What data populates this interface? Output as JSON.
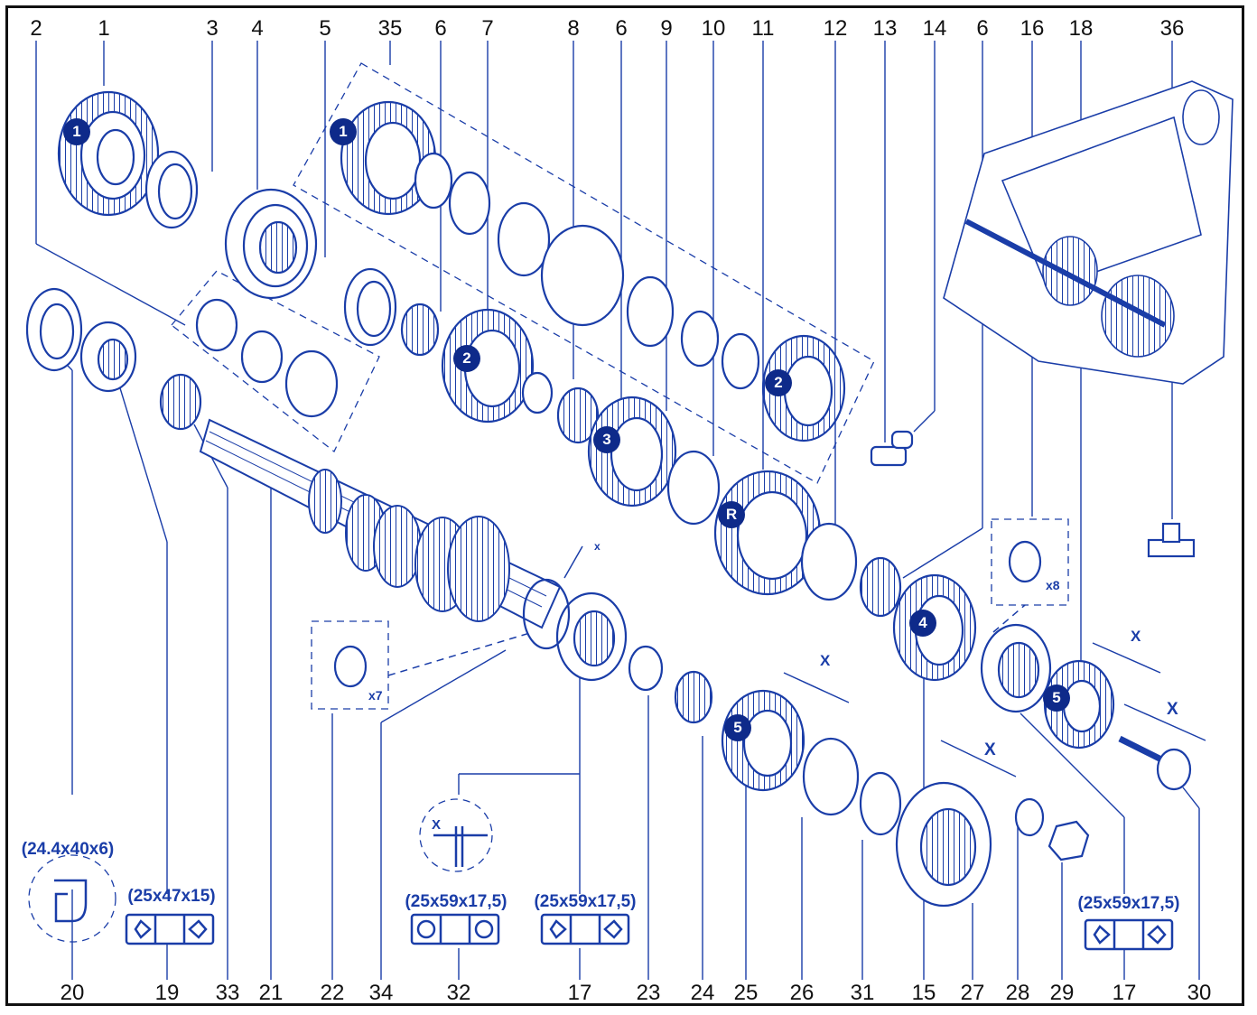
{
  "diagram": {
    "top_labels": [
      "2",
      "1",
      "3",
      "4",
      "5",
      "35",
      "6",
      "7",
      "8",
      "6",
      "9",
      "10",
      "11",
      "12",
      "13",
      "14",
      "6",
      "16",
      "18",
      "36"
    ],
    "bottom_labels": [
      "20",
      "19",
      "33",
      "21",
      "22",
      "34",
      "32",
      "17",
      "23",
      "24",
      "25",
      "26",
      "31",
      "15",
      "27",
      "28",
      "29",
      "17",
      "30"
    ],
    "gear_badges": [
      "1",
      "1",
      "2",
      "2",
      "3",
      "R",
      "4",
      "5",
      "5"
    ],
    "quantities": [
      "x7",
      "x8"
    ],
    "dimensions": {
      "seal": "(24.4x40x6)",
      "bearing_19": "(25x47x15)",
      "bearing_32": "(25x59x17,5)",
      "bearing_17a": "(25x59x17,5)",
      "bearing_17b": "(25x59x17,5)"
    },
    "x_marks": [
      "x",
      "X",
      "X",
      "X",
      "X",
      "X"
    ]
  },
  "colors": {
    "ink": "#1a3da8",
    "badge": "#0e2a8a",
    "frame": "#111111"
  }
}
